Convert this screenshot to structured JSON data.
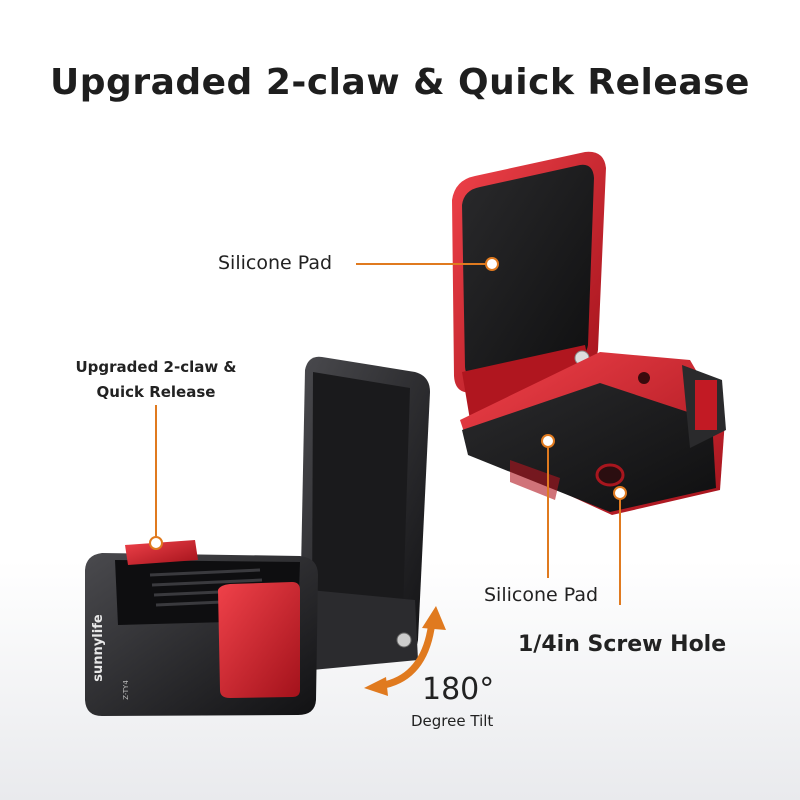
{
  "title": "Upgraded 2-claw & Quick Release",
  "callouts": {
    "silicone_pad_top": "Silicone Pad",
    "upgraded_line1": "Upgraded 2-claw &",
    "upgraded_line2": "Quick Release",
    "silicone_pad_bottom": "Silicone Pad",
    "screw_hole": "1/4in Screw Hole"
  },
  "tilt": {
    "degrees": "180°",
    "caption": "Degree Tilt"
  },
  "brand": {
    "logo": "sunnylife",
    "model": "Z-TY4"
  },
  "colors": {
    "accent": "#e07a1f",
    "red_metal": "#d2232d",
    "black_metal": "#1c1c1e"
  }
}
